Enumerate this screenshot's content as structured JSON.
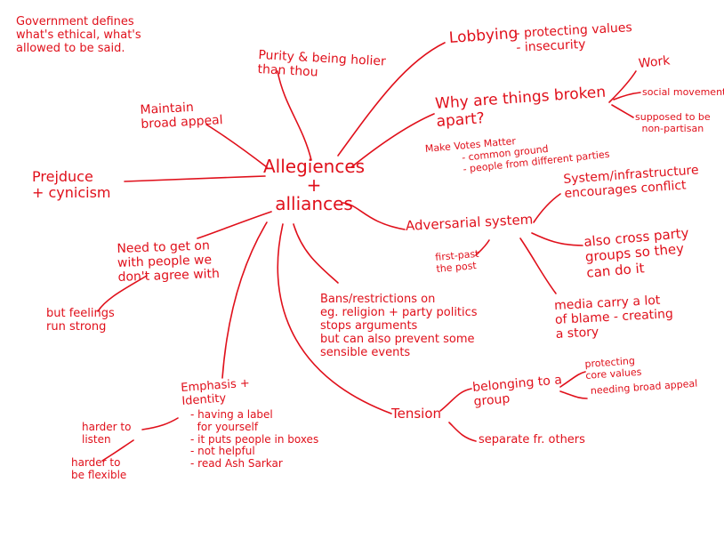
{
  "colors": {
    "ink": "#e0101b",
    "background": "#ffffff"
  },
  "nodes": {
    "center": "Allegiences\n+\nalliances",
    "government_defines": "Government defines\nwhat's ethical, what's\nallowed to be said.",
    "purity": "Purity & being holier\nthan thou",
    "lobbying": "Lobbying",
    "lobbying_details": "- protecting values\n- insecurity",
    "maintain_broad_appeal": "Maintain\nbroad appeal",
    "why_broken": "Why are things broken\napart?",
    "work": "Work",
    "social_movements": "social movements",
    "supposed_non_partisan": "supposed to be\nnon-partisan",
    "make_votes_matter": "Make Votes Matter",
    "common_ground": "- common ground\n- people from different parties",
    "prejudice": "Prejduce\n+ cynicism",
    "system_conflict": "System/infrastructure\nencourages conflict",
    "adversarial_system": "Adversarial system",
    "cross_party": "also cross party\ngroups so they\ncan do it",
    "need_get_on": "Need to get on\nwith people we\ndon't agree with",
    "first_past_post": "first-past\nthe post",
    "but_feelings": "but feelings\nrun strong",
    "bans_restrictions": "Bans/restrictions on\neg. religion + party politics\nstops arguments\nbut can also prevent some\nsensible events",
    "media_blame": "media carry a lot\nof blame - creating\na story",
    "emphasis_identity": "Emphasis +\nIdentity",
    "identity_details": "- having a label\n  for yourself\n- it puts people in boxes\n- not helpful\n- read Ash Sarkar",
    "harder_listen": "harder to\nlisten",
    "harder_flexible": "harder to\nbe flexible",
    "tension": "Tension",
    "belonging_group": "belonging to a\ngroup",
    "protecting_core": "protecting\ncore values",
    "needing_broad": "needing broad appeal",
    "separate_others": "separate fr. others"
  }
}
